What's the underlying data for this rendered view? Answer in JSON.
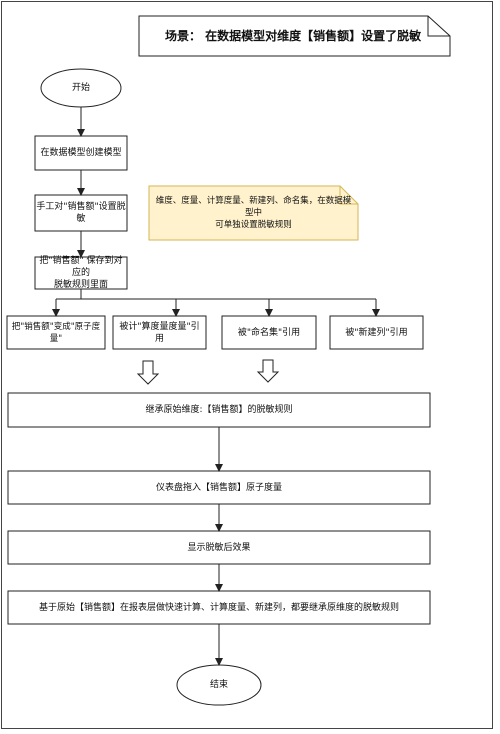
{
  "title": "场景：  在数据模型对维度【销售额】设置了脱敏",
  "nodes": {
    "start": "开始",
    "create_model": "在数据模型创建模型",
    "manual_set": "手工对\"销售额\"设置脱敏",
    "save_rule": "把\"销售额\" 保存到对应的\n脱敏规则里面",
    "branch_atomic": "把\"销售额\"变成\"原子度量\"",
    "branch_calc": "被计\"算度量度量\"引用",
    "branch_named": "被\"命名集\"引用",
    "branch_newcol": "被\"新建列\"引用",
    "inherit": "继承原始维度:【销售额】的脱敏规则",
    "dashboard_drag": "仪表盘拖入【销售额】原子度量",
    "show_effect": "显示脱敏后效果",
    "report_layer": "基于原始【销售额】在报表层做快速计算、计算度量、新建列，都要继承原维度的脱敏规则",
    "end": "结束"
  },
  "note": "维度、度量、计算度量、新建列、命名集，在数据模型中\n可单独设置脱敏规则",
  "colors": {
    "stroke": "#222222",
    "note_fill": "#fff2cc",
    "note_stroke": "#d6b656"
  }
}
